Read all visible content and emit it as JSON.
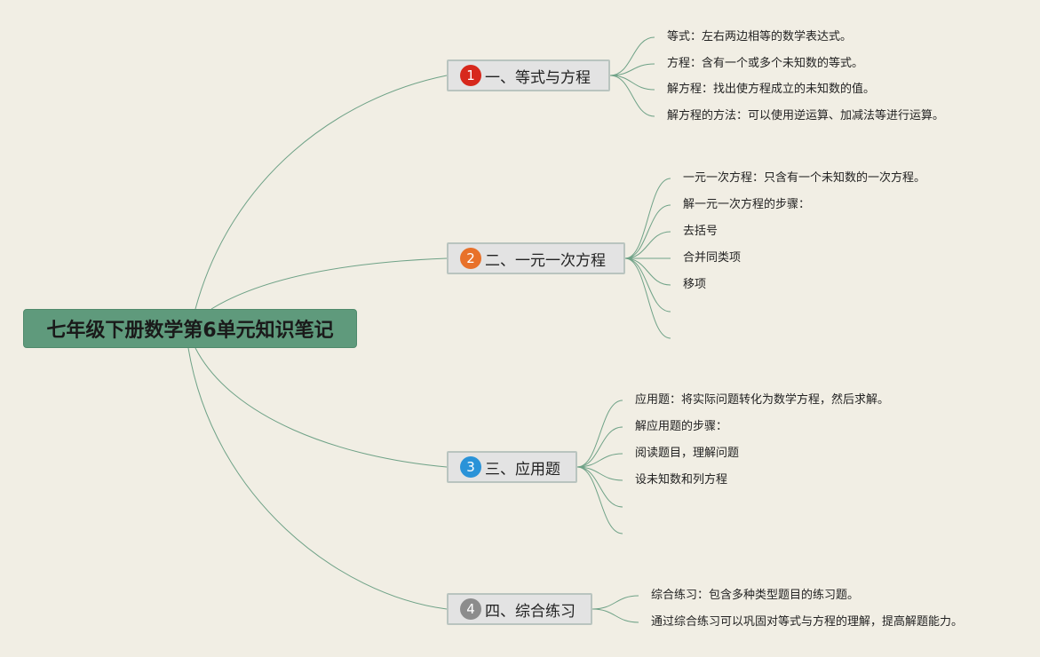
{
  "root": {
    "title": "七年级下册数学第6单元知识笔记"
  },
  "colors": {
    "root_bg": "#5f9a7c",
    "connector": "#6fa287",
    "badge_1": "#d7281c",
    "badge_2": "#e8712a",
    "badge_3": "#2a93d8",
    "badge_4": "#8c8c8c"
  },
  "branches": [
    {
      "badge": "1",
      "label": "一、等式与方程",
      "leaves": [
        "等式：左右两边相等的数学表达式。",
        "方程：含有一个或多个未知数的等式。",
        "解方程：找出使方程成立的未知数的值。",
        "解方程的方法：可以使用逆运算、加减法等进行运算。"
      ]
    },
    {
      "badge": "2",
      "label": "二、一元一次方程",
      "leaves": [
        "一元一次方程：只含有一个未知数的一次方程。",
        "解一元一次方程的步骤：",
        "去括号",
        "合并同类项",
        "移项",
        "",
        ""
      ]
    },
    {
      "badge": "3",
      "label": "三、应用题",
      "leaves": [
        "应用题：将实际问题转化为数学方程，然后求解。",
        "解应用题的步骤：",
        "阅读题目，理解问题",
        "设未知数和列方程",
        "",
        ""
      ]
    },
    {
      "badge": "4",
      "label": "四、综合练习",
      "leaves": [
        "综合练习：包含多种类型题目的练习题。",
        "通过综合练习可以巩固对等式与方程的理解，提高解题能力。"
      ]
    }
  ]
}
